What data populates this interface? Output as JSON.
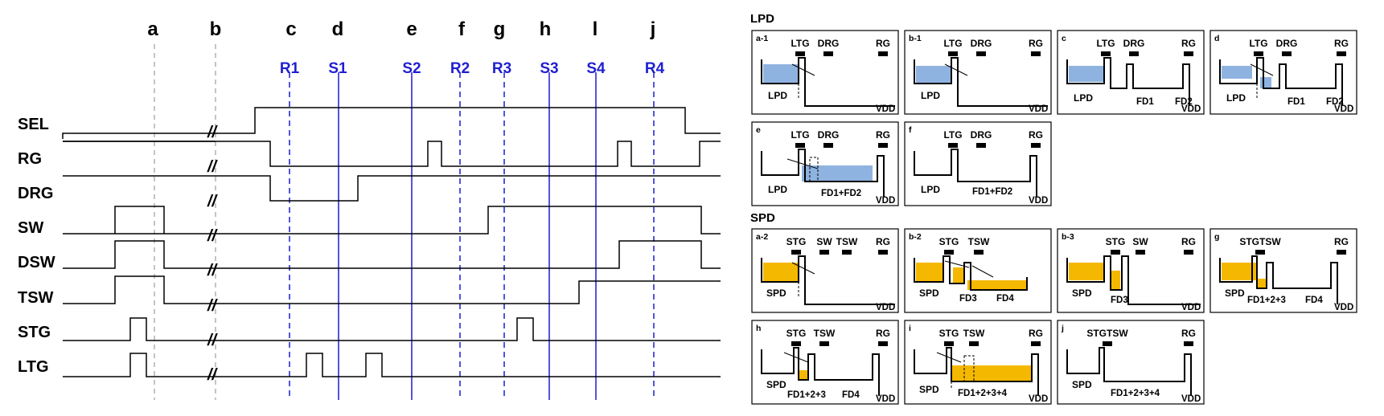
{
  "timing": {
    "columns": [
      {
        "label": "a",
        "style": "gray"
      },
      {
        "label": "b",
        "style": "gray"
      },
      {
        "label": "c",
        "style": "blue-dash"
      },
      {
        "label": "d",
        "style": "blue-solid"
      },
      {
        "label": "e",
        "style": "blue-solid"
      },
      {
        "label": "f",
        "style": "blue-dash"
      },
      {
        "label": "g",
        "style": "blue-dash"
      },
      {
        "label": "h",
        "style": "blue-solid"
      },
      {
        "label": "l",
        "style": "blue-solid"
      },
      {
        "label": "j",
        "style": "blue-dash"
      }
    ],
    "phases": [
      {
        "label": "R1",
        "col": "c"
      },
      {
        "label": "S1",
        "col": "d"
      },
      {
        "label": "S2",
        "col": "e"
      },
      {
        "label": "R2",
        "col": "f"
      },
      {
        "label": "R3",
        "col": "g"
      },
      {
        "label": "S3",
        "col": "h"
      },
      {
        "label": "S4",
        "col": "l"
      },
      {
        "label": "R4",
        "col": "j"
      }
    ],
    "signals": [
      "SEL",
      "RG",
      "DRG",
      "SW",
      "DSW",
      "TSW",
      "STG",
      "LTG"
    ],
    "break_symbol": "//"
  },
  "lpd": {
    "title": "LPD",
    "panels": [
      {
        "id": "a-1",
        "gates": [
          "LTG",
          "DRG",
          "RG"
        ],
        "pd": "LPD",
        "nodes": [],
        "vdd": "VDD"
      },
      {
        "id": "b-1",
        "gates": [
          "LTG",
          "DRG",
          "RG"
        ],
        "pd": "LPD",
        "nodes": [],
        "vdd": "VDD"
      },
      {
        "id": "c",
        "gates": [
          "LTG",
          "DRG",
          "RG"
        ],
        "pd": "LPD",
        "nodes": [
          "FD1",
          "FD2"
        ],
        "vdd": "VDD"
      },
      {
        "id": "d",
        "gates": [
          "LTG",
          "DRG",
          "RG"
        ],
        "pd": "LPD",
        "nodes": [
          "FD1",
          "FD2"
        ],
        "vdd": "VDD"
      },
      {
        "id": "e",
        "gates": [
          "LTG",
          "DRG",
          "RG"
        ],
        "pd": "LPD",
        "nodes": [
          "FD1+FD2"
        ],
        "vdd": "VDD"
      },
      {
        "id": "f",
        "gates": [
          "LTG",
          "DRG",
          "RG"
        ],
        "pd": "LPD",
        "nodes": [
          "FD1+FD2"
        ],
        "vdd": "VDD"
      }
    ]
  },
  "spd": {
    "title": "SPD",
    "panels": [
      {
        "id": "a-2",
        "gates": [
          "STG",
          "SW",
          "TSW",
          "RG"
        ],
        "pd": "SPD",
        "nodes": [],
        "vdd": "VDD"
      },
      {
        "id": "b-2",
        "gates": [
          "STG",
          "TSW"
        ],
        "pd": "SPD",
        "nodes": [
          "FD3",
          "FD4"
        ],
        "vdd": ""
      },
      {
        "id": "b-3",
        "gates": [
          "STG",
          "SW",
          "RG"
        ],
        "pd": "SPD",
        "nodes": [
          "FD3"
        ],
        "vdd": "VDD"
      },
      {
        "id": "g",
        "gates": [
          "STGTSW",
          "RG"
        ],
        "pd": "SPD",
        "nodes": [
          "FD1+2+3",
          "FD4"
        ],
        "vdd": "VDD"
      },
      {
        "id": "h",
        "gates": [
          "STG",
          "TSW",
          "RG"
        ],
        "pd": "SPD",
        "nodes": [
          "FD1+2+3",
          "FD4"
        ],
        "vdd": "VDD"
      },
      {
        "id": "i",
        "gates": [
          "STG",
          "TSW",
          "RG"
        ],
        "pd": "SPD",
        "nodes": [
          "FD1+2+3+4"
        ],
        "vdd": "VDD"
      },
      {
        "id": "j",
        "gates": [
          "STGTSW",
          "RG"
        ],
        "pd": "SPD",
        "nodes": [
          "FD1+2+3+4"
        ],
        "vdd": "VDD"
      }
    ]
  },
  "colors": {
    "lpd_charge": "#8fb3e0",
    "spd_charge": "#f5b800",
    "phase_text": "#1f1fd1",
    "phase_line": "#2a2ad6",
    "guide_line": "#aaaaaa",
    "ink": "#000000"
  }
}
